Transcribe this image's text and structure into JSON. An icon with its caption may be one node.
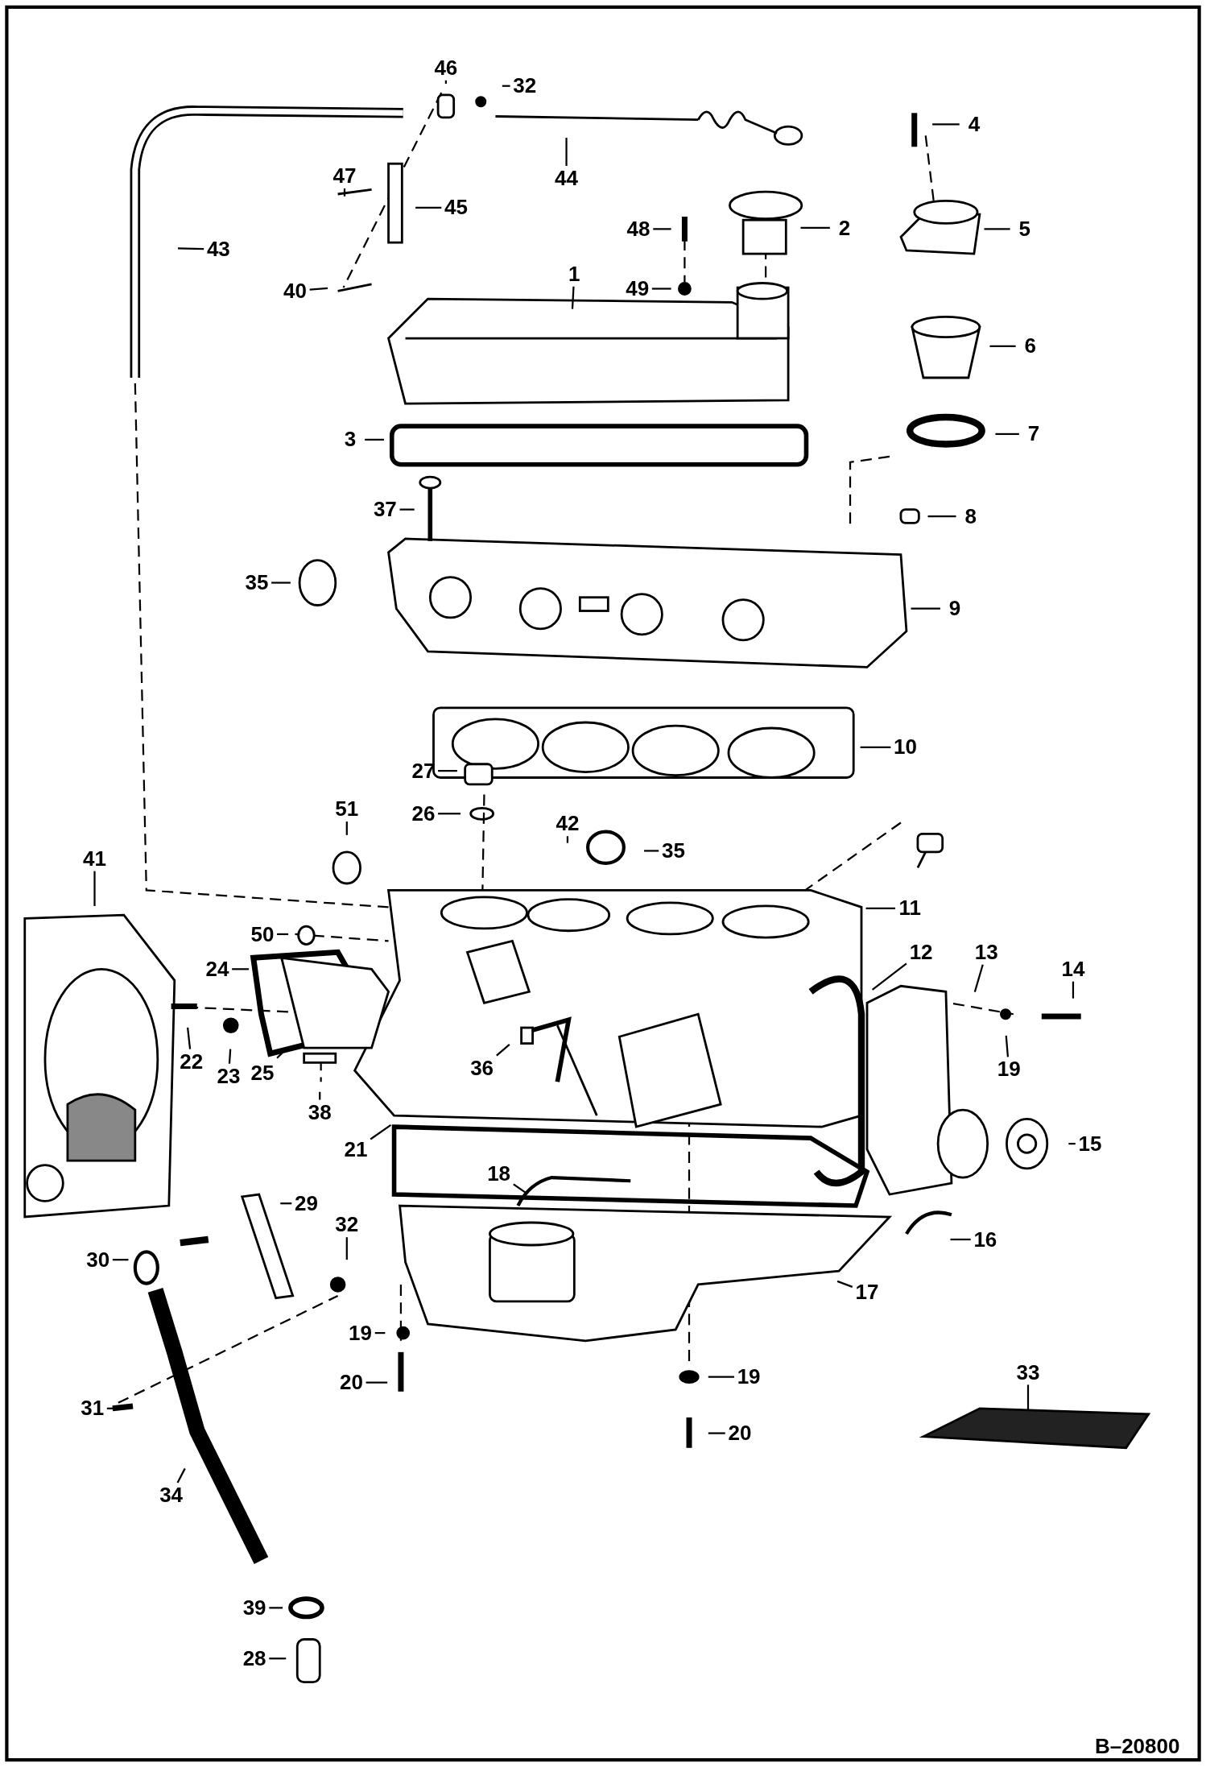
{
  "diagram": {
    "nodes": [
      {
        "text": [
          "46"
        ]
      },
      {
        "text": [
          "32"
        ]
      },
      {
        "text": [
          "4"
        ]
      },
      {
        "text": [
          "47"
        ]
      },
      {
        "text": [
          "44"
        ]
      },
      {
        "text": [
          "45"
        ]
      },
      {
        "text": [
          "2"
        ]
      },
      {
        "text": [
          "48"
        ]
      },
      {
        "text": [
          "5"
        ]
      },
      {
        "text": [
          "43"
        ]
      },
      {
        "text": [
          "1"
        ]
      },
      {
        "text": [
          "49"
        ]
      },
      {
        "text": [
          "40"
        ]
      },
      {
        "text": [
          "6"
        ]
      },
      {
        "text": [
          "3"
        ]
      },
      {
        "text": [
          "7"
        ]
      },
      {
        "text": [
          "37"
        ]
      },
      {
        "text": [
          "8"
        ]
      },
      {
        "text": [
          "35"
        ]
      },
      {
        "text": [
          "9"
        ]
      },
      {
        "text": [
          "10"
        ]
      },
      {
        "text": [
          "27"
        ]
      },
      {
        "text": [
          "51"
        ]
      },
      {
        "text": [
          "26"
        ]
      },
      {
        "text": [
          "42"
        ]
      },
      {
        "text": [
          "35"
        ]
      },
      {
        "text": [
          "41"
        ]
      },
      {
        "text": [
          "11"
        ]
      },
      {
        "text": [
          "50"
        ]
      },
      {
        "text": [
          "12"
        ]
      },
      {
        "text": [
          "13"
        ]
      },
      {
        "text": [
          "24"
        ]
      },
      {
        "text": [
          "14"
        ]
      },
      {
        "text": [
          "22"
        ]
      },
      {
        "text": [
          "36"
        ]
      },
      {
        "text": [
          "19"
        ]
      },
      {
        "text": [
          "23"
        ]
      },
      {
        "text": [
          "25"
        ]
      },
      {
        "text": [
          "38"
        ]
      },
      {
        "text": [
          "21"
        ]
      },
      {
        "text": [
          "15"
        ]
      },
      {
        "text": [
          "18"
        ]
      },
      {
        "text": [
          "29"
        ]
      },
      {
        "text": [
          "32"
        ]
      },
      {
        "text": [
          "16"
        ]
      },
      {
        "text": [
          "30"
        ]
      },
      {
        "text": [
          "17"
        ]
      },
      {
        "text": [
          "19"
        ]
      },
      {
        "text": [
          "20"
        ]
      },
      {
        "text": [
          "33"
        ]
      },
      {
        "text": [
          "19"
        ]
      },
      {
        "text": [
          "31"
        ]
      },
      {
        "text": [
          "20"
        ]
      },
      {
        "text": [
          "34"
        ]
      },
      {
        "text": [
          "39"
        ]
      },
      {
        "text": [
          "28"
        ]
      }
    ],
    "edges": [
      {
        "from": 0,
        "to": null,
        "arrow": "none"
      },
      {
        "from": 1,
        "to": null,
        "arrow": "none"
      },
      {
        "from": 2,
        "to": null,
        "arrow": "none"
      },
      {
        "from": 3,
        "to": null,
        "arrow": "none"
      },
      {
        "from": 4,
        "to": null,
        "arrow": "none"
      },
      {
        "from": 5,
        "to": null,
        "arrow": "none"
      },
      {
        "from": 6,
        "to": null,
        "arrow": "none"
      },
      {
        "from": 7,
        "to": null,
        "arrow": "none"
      },
      {
        "from": 8,
        "to": null,
        "arrow": "none"
      },
      {
        "from": 9,
        "to": null,
        "arrow": "none"
      },
      {
        "from": 10,
        "to": null,
        "arrow": "none"
      },
      {
        "from": 11,
        "to": null,
        "arrow": "none"
      },
      {
        "from": 12,
        "to": null,
        "arrow": "none"
      },
      {
        "from": 13,
        "to": null,
        "arrow": "none"
      },
      {
        "from": 14,
        "to": null,
        "arrow": "none"
      },
      {
        "from": 15,
        "to": null,
        "arrow": "none"
      },
      {
        "from": 16,
        "to": null,
        "arrow": "none"
      },
      {
        "from": 17,
        "to": null,
        "arrow": "none"
      },
      {
        "from": 18,
        "to": null,
        "arrow": "none"
      },
      {
        "from": 19,
        "to": null,
        "arrow": "none"
      },
      {
        "from": 20,
        "to": null,
        "arrow": "none"
      },
      {
        "from": 21,
        "to": null,
        "arrow": "none"
      },
      {
        "from": 22,
        "to": null,
        "arrow": "none"
      },
      {
        "from": 23,
        "to": null,
        "arrow": "none"
      },
      {
        "from": 24,
        "to": null,
        "arrow": "none"
      },
      {
        "from": 25,
        "to": null,
        "arrow": "none"
      },
      {
        "from": 26,
        "to": null,
        "arrow": "none"
      },
      {
        "from": 27,
        "to": null,
        "arrow": "none"
      },
      {
        "from": 28,
        "to": null,
        "arrow": "none"
      },
      {
        "from": 29,
        "to": null,
        "arrow": "none"
      },
      {
        "from": 30,
        "to": null,
        "arrow": "none"
      },
      {
        "from": 31,
        "to": null,
        "arrow": "none"
      },
      {
        "from": 32,
        "to": null,
        "arrow": "none"
      },
      {
        "from": 33,
        "to": null,
        "arrow": "none"
      },
      {
        "from": 34,
        "to": null,
        "arrow": "none"
      },
      {
        "from": 35,
        "to": null,
        "arrow": "none"
      },
      {
        "from": 36,
        "to": null,
        "arrow": "none"
      },
      {
        "from": 37,
        "to": null,
        "arrow": "none"
      },
      {
        "from": 38,
        "to": null,
        "arrow": "none"
      },
      {
        "from": 39,
        "to": null,
        "arrow": "none"
      },
      {
        "from": 40,
        "to": null,
        "arrow": "none"
      },
      {
        "from": 41,
        "to": null,
        "arrow": "none"
      },
      {
        "from": 42,
        "to": null,
        "arrow": "none"
      },
      {
        "from": 43,
        "to": null,
        "arrow": "none"
      },
      {
        "from": 44,
        "to": null,
        "arrow": "none"
      },
      {
        "from": 45,
        "to": null,
        "arrow": "none"
      },
      {
        "from": 46,
        "to": null,
        "arrow": "none"
      },
      {
        "from": 47,
        "to": null,
        "arrow": "none"
      },
      {
        "from": 48,
        "to": null,
        "arrow": "none"
      },
      {
        "from": 49,
        "to": null,
        "arrow": "none"
      },
      {
        "from": 50,
        "to": null,
        "arrow": "none"
      },
      {
        "from": 51,
        "to": null,
        "arrow": "none"
      },
      {
        "from": 52,
        "to": null,
        "arrow": "none"
      },
      {
        "from": 53,
        "to": null,
        "arrow": "none"
      },
      {
        "from": 54,
        "to": null,
        "arrow": "none"
      },
      {
        "from": 55,
        "to": null,
        "arrow": "none"
      }
    ],
    "labels": [
      "B–20800"
    ]
  }
}
